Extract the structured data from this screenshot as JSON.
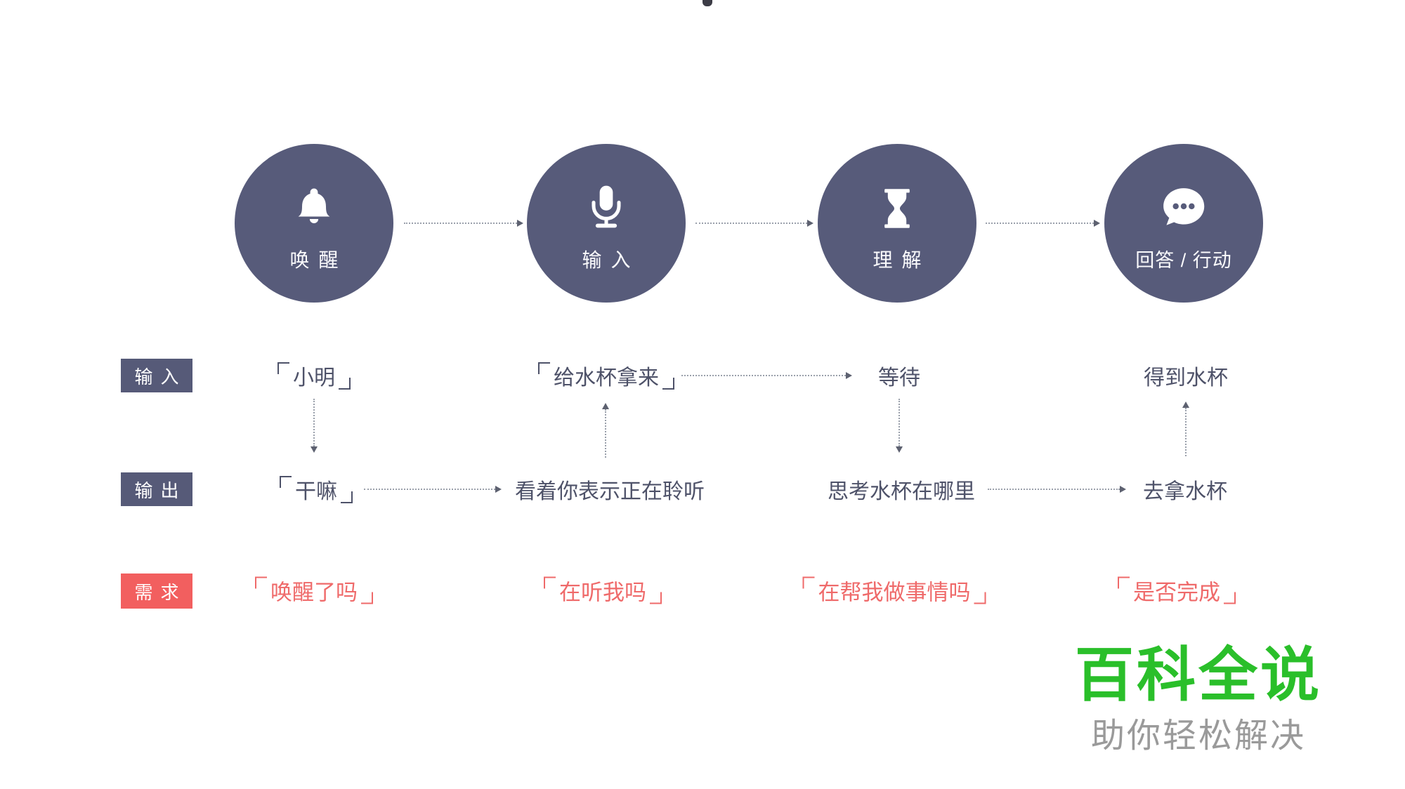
{
  "diagram": "voice-assistant-interaction-flow",
  "bracket_glyphs": {
    "open": "「",
    "close": "」"
  },
  "stages": [
    {
      "label": "唤醒",
      "icon": "bell"
    },
    {
      "label": "输入",
      "icon": "microphone"
    },
    {
      "label": "理解",
      "icon": "hourglass"
    },
    {
      "label": "回答 / 行动",
      "icon": "chat-bubble"
    }
  ],
  "rows": [
    {
      "key": "input",
      "label": "输入",
      "chip_color": "#565a78",
      "text_color": "#4e5269",
      "items": [
        {
          "text": "小明",
          "bracketed": true
        },
        {
          "text": "给水杯拿来",
          "bracketed": true
        },
        {
          "text": "等待",
          "bracketed": false
        },
        {
          "text": "得到水杯",
          "bracketed": false
        }
      ]
    },
    {
      "key": "output",
      "label": "输出",
      "chip_color": "#565a78",
      "text_color": "#4e5269",
      "items": [
        {
          "text": "干嘛",
          "bracketed": true
        },
        {
          "text": "看着你表示正在聆听",
          "bracketed": false
        },
        {
          "text": "思考水杯在哪里",
          "bracketed": false
        },
        {
          "text": "去拿水杯",
          "bracketed": false
        }
      ]
    },
    {
      "key": "demand",
      "label": "需求",
      "chip_color": "#f25f5f",
      "text_color": "#ef6a6a",
      "items": [
        {
          "text": "唤醒了吗",
          "bracketed": true
        },
        {
          "text": "在听我吗",
          "bracketed": true
        },
        {
          "text": "在帮我做事情吗",
          "bracketed": true
        },
        {
          "text": "是否完成",
          "bracketed": true
        }
      ]
    }
  ],
  "connections": [
    "唤醒→输入",
    "输入→理解",
    "理解→回答/行动",
    "小明↓干嘛",
    "干嘛→看着你表示正在聆听",
    "看着你表示正在聆听↑给水杯拿来",
    "给水杯拿来→等待",
    "等待↓思考水杯在哪里",
    "思考水杯在哪里→去拿水杯",
    "去拿水杯↑得到水杯"
  ],
  "watermark": {
    "title": "百科全说",
    "subtitle": "助你轻松解决",
    "title_color": "#2abf2a",
    "subtitle_color": "#9a9a9a"
  },
  "colors": {
    "circle_bg": "#575b7a",
    "dark_chip": "#565a78",
    "red_chip": "#f25f5f",
    "red_text": "#ef6a6a",
    "flow_text": "#4e5269",
    "dotted_line": "#9aa0ab",
    "arrowhead": "#5d6170"
  }
}
